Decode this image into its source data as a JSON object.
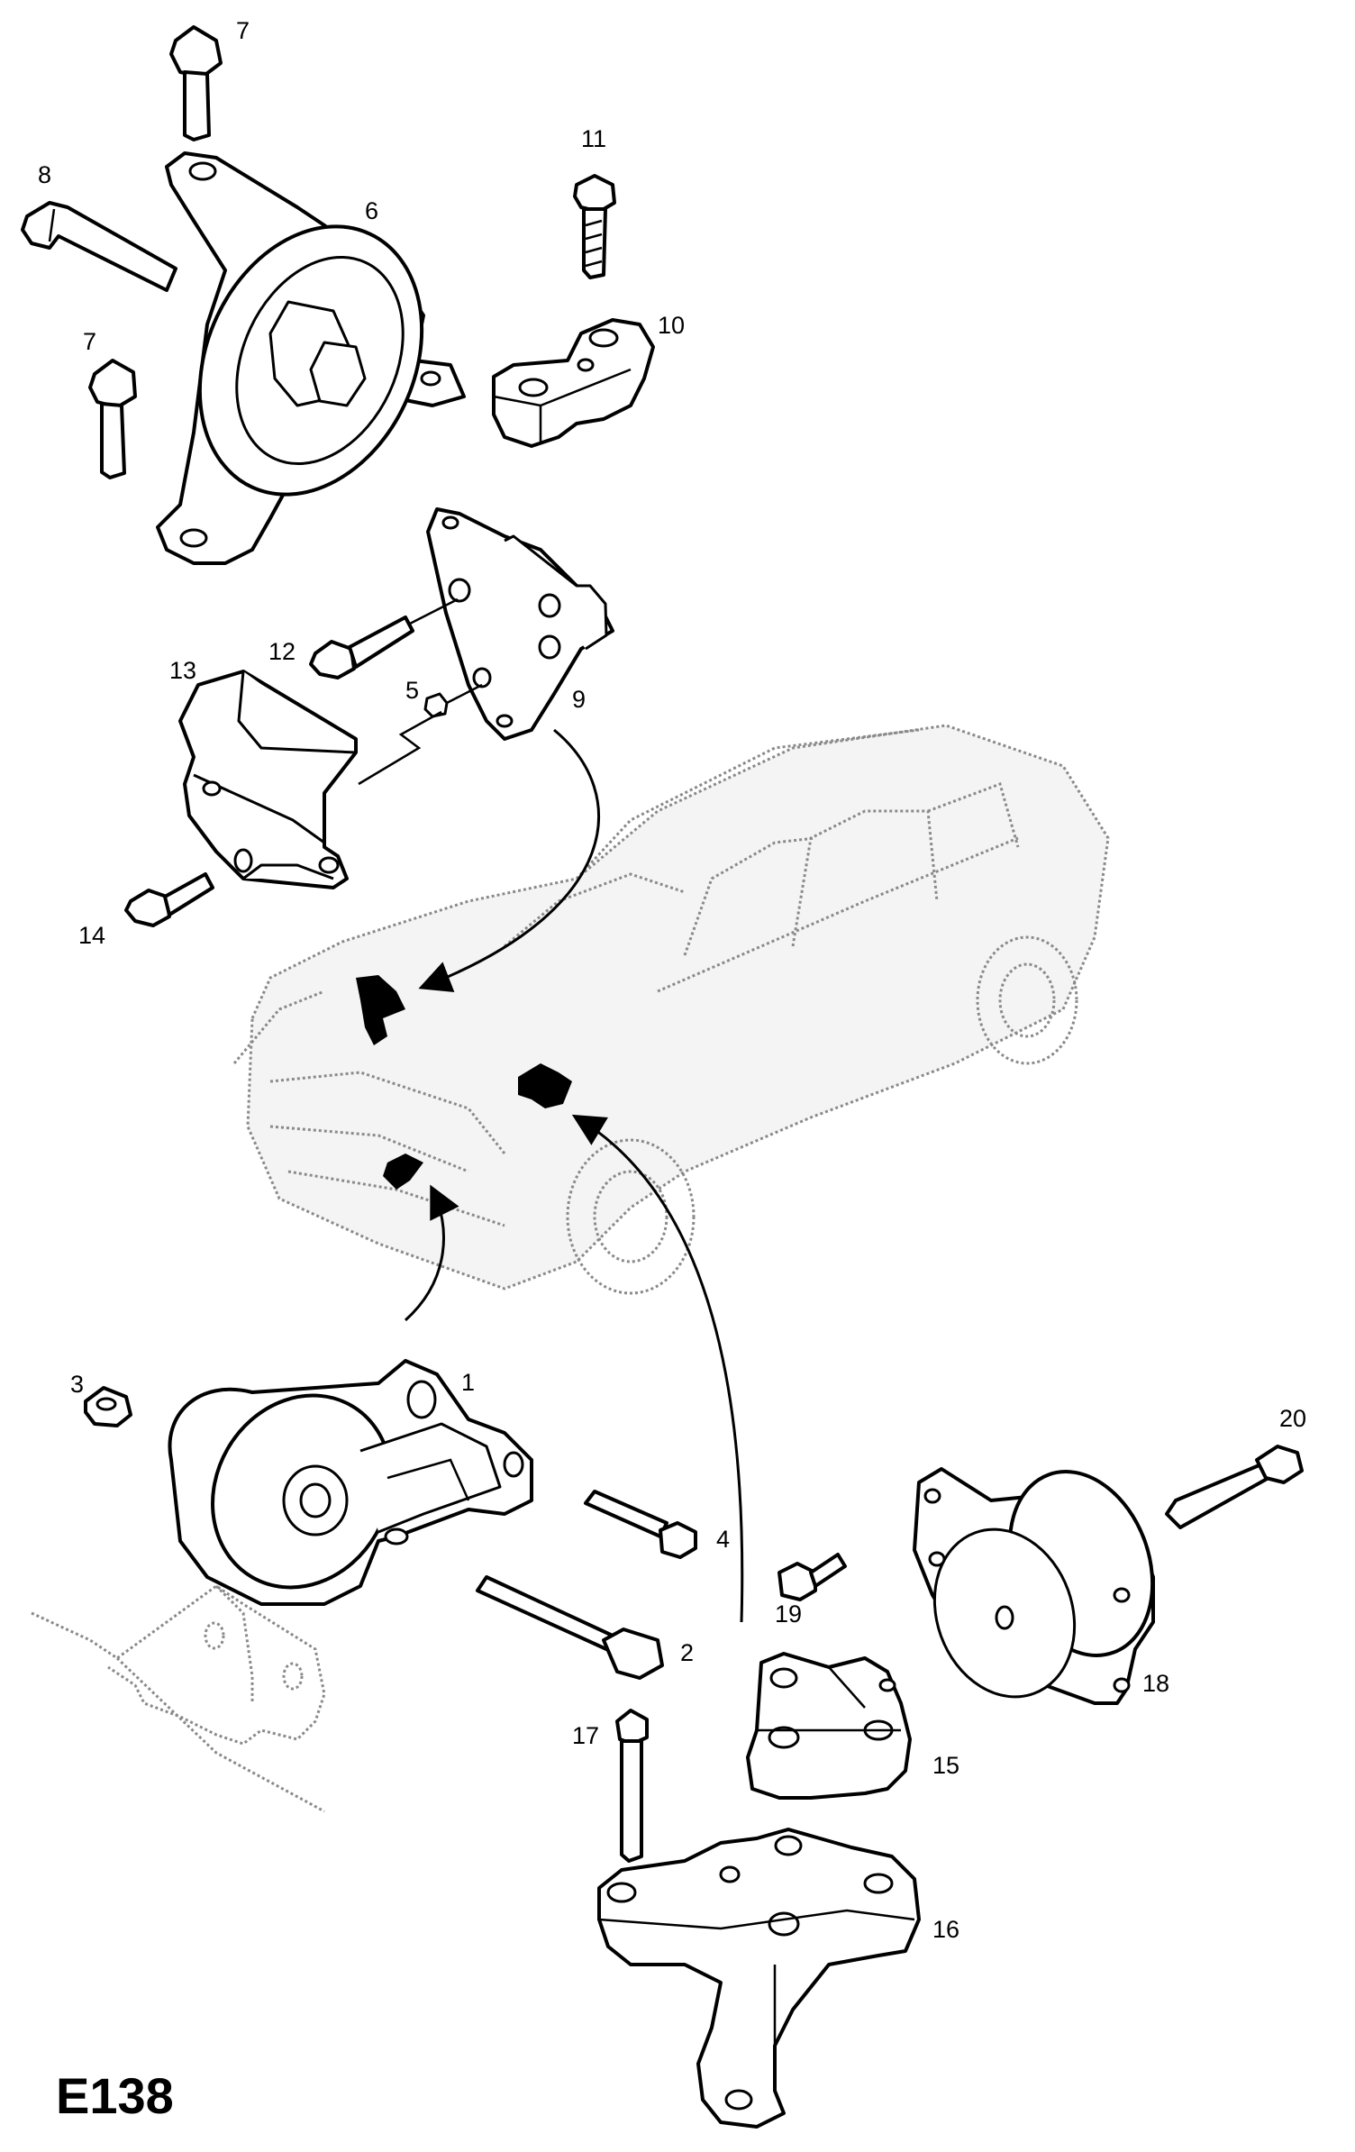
{
  "diagram": {
    "code": "E138",
    "parts": [
      {
        "id": "p1",
        "label": "1"
      },
      {
        "id": "p2",
        "label": "2"
      },
      {
        "id": "p3",
        "label": "3"
      },
      {
        "id": "p4",
        "label": "4"
      },
      {
        "id": "p5",
        "label": "5"
      },
      {
        "id": "p6",
        "label": "6"
      },
      {
        "id": "p7a",
        "label": "7"
      },
      {
        "id": "p7b",
        "label": "7"
      },
      {
        "id": "p8",
        "label": "8"
      },
      {
        "id": "p9",
        "label": "9"
      },
      {
        "id": "p10",
        "label": "10"
      },
      {
        "id": "p11",
        "label": "11"
      },
      {
        "id": "p12",
        "label": "12"
      },
      {
        "id": "p13",
        "label": "13"
      },
      {
        "id": "p14",
        "label": "14"
      },
      {
        "id": "p15",
        "label": "15"
      },
      {
        "id": "p16",
        "label": "16"
      },
      {
        "id": "p17",
        "label": "17"
      },
      {
        "id": "p18",
        "label": "18"
      },
      {
        "id": "p19",
        "label": "19"
      },
      {
        "id": "p20",
        "label": "20"
      }
    ]
  }
}
